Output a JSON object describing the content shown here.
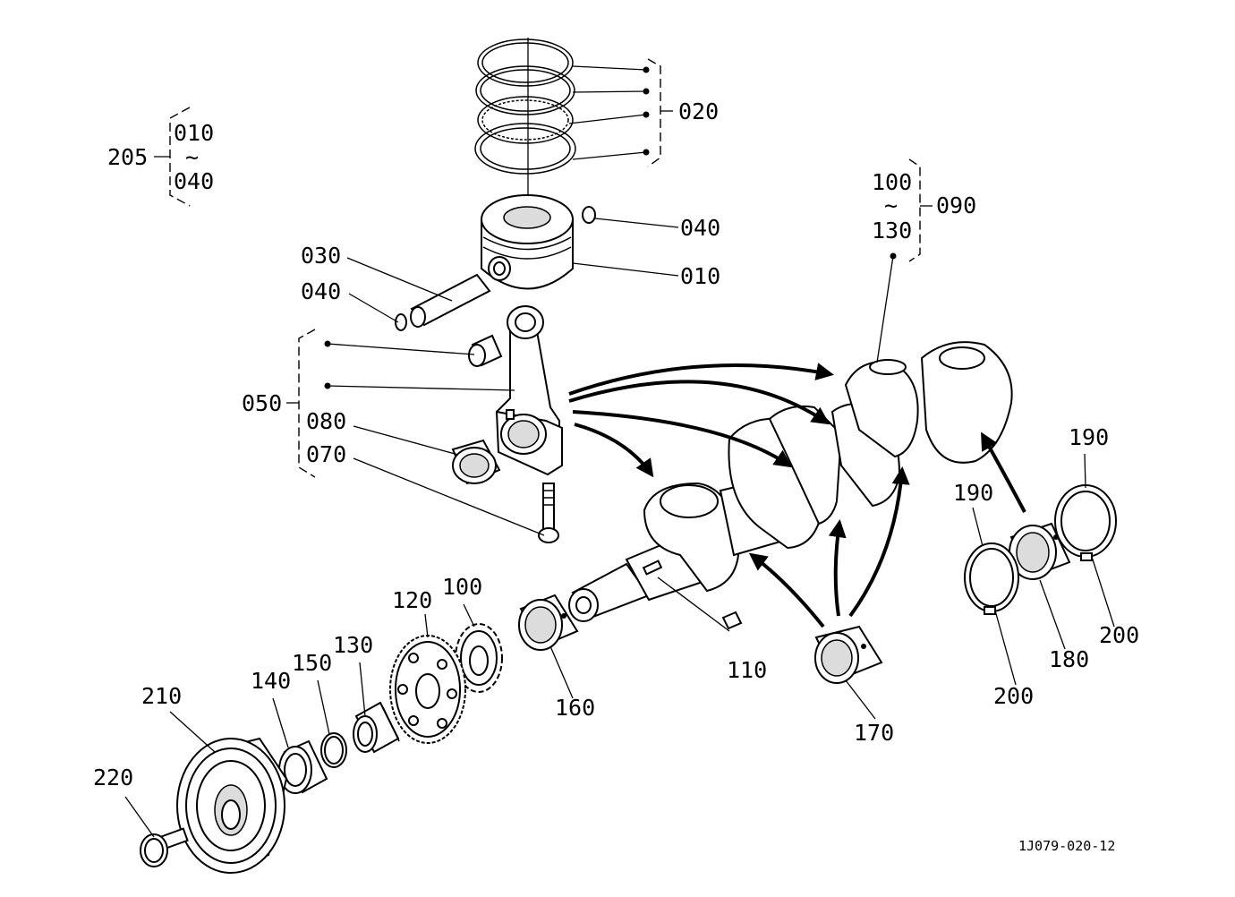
{
  "labels": {
    "l205": "205",
    "l010_group": "010",
    "l040_group": "040",
    "tilde_a": "~",
    "l020": "020",
    "l040_top": "040",
    "l010": "010",
    "l030": "030",
    "l040_left": "040",
    "l050": "050",
    "l080": "080",
    "l070": "070",
    "l100_group": "100",
    "tilde_b": "~",
    "l130_group": "130",
    "l090": "090",
    "l190_right": "190",
    "l190_left": "190",
    "l200_right": "200",
    "l180": "180",
    "l200_left": "200",
    "l170": "170",
    "l110": "110",
    "l160": "160",
    "l120": "120",
    "l100": "100",
    "l130": "130",
    "l150": "150",
    "l140": "140",
    "l210": "210",
    "l220": "220"
  },
  "drawing_code": "1J079-020-12"
}
